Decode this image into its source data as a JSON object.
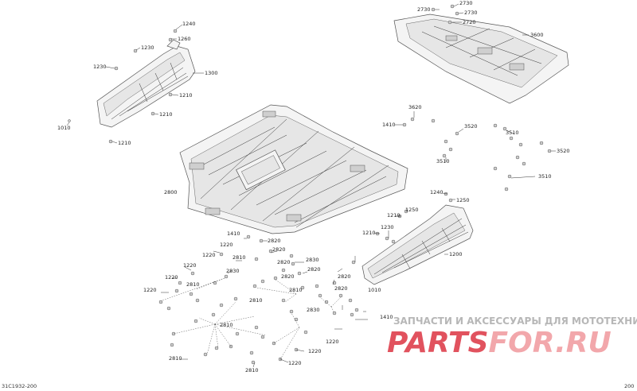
{
  "diagram": {
    "code": "31C1932-200",
    "page_ref": "200",
    "callouts": [
      "1240",
      "1260",
      "1230",
      "1230",
      "1300",
      "1210",
      "1210",
      "1010",
      "1210",
      "2730",
      "2730",
      "2730",
      "2720",
      "3600",
      "3620",
      "1410",
      "3520",
      "3510",
      "3520",
      "3510",
      "3510",
      "2800",
      "1240",
      "1250",
      "1210",
      "1250",
      "1230",
      "1210",
      "1200",
      "1410",
      "2820",
      "2820",
      "1220",
      "2810",
      "2820",
      "2830",
      "1220",
      "2830",
      "1220",
      "2810",
      "1220",
      "2820",
      "2820",
      "2810",
      "2830",
      "2820",
      "1010",
      "2820",
      "2810",
      "1220",
      "1410",
      "2810",
      "1220",
      "1220",
      "2810",
      "2810",
      "1220"
    ],
    "watermark": {
      "line1": "ЗАПЧАСТИ И АКСЕССУАРЫ ДЛЯ МОТОТЕХНИКИ",
      "brand_left": "PARTS",
      "brand_right": "FOR.RU",
      "colors": {
        "brand_left": "#e1525e",
        "brand_right": "#f2a7ab",
        "line1": "#b7b7b7"
      }
    }
  }
}
